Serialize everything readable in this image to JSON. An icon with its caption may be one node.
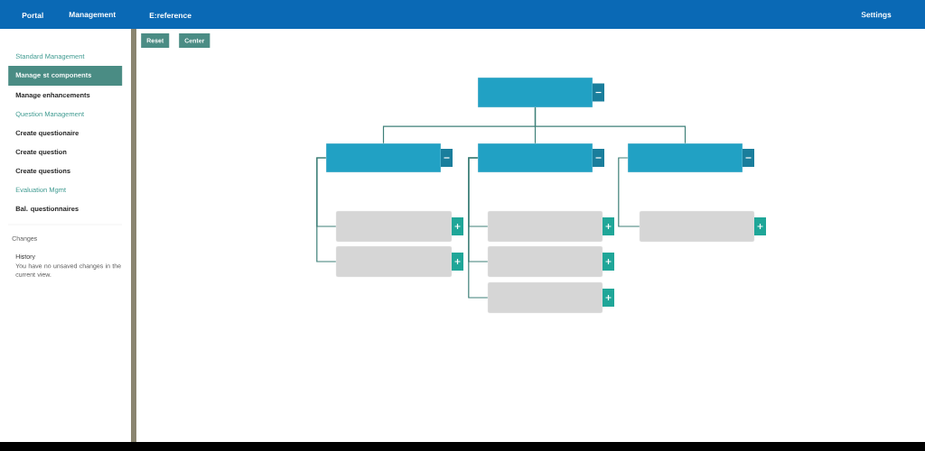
{
  "diagram": {
    "nodes": [
      {
        "text": [],
        "shape": "box"
      },
      {
        "text": [],
        "shape": "box"
      },
      {
        "text": [],
        "shape": "box"
      },
      {
        "text": [],
        "shape": "box"
      },
      {
        "text": [],
        "shape": "box"
      },
      {
        "text": [],
        "shape": "box"
      },
      {
        "text": [],
        "shape": "box"
      },
      {
        "text": [],
        "shape": "box"
      },
      {
        "text": [],
        "shape": "box"
      },
      {
        "text": [],
        "shape": "box"
      }
    ],
    "edges": [
      {
        "from": 0,
        "to": 1,
        "arrow": "none"
      },
      {
        "from": 0,
        "to": 2,
        "arrow": "none"
      },
      {
        "from": 0,
        "to": 3,
        "arrow": "none"
      },
      {
        "from": 1,
        "to": 4,
        "arrow": "none"
      },
      {
        "from": 1,
        "to": 5,
        "arrow": "none"
      },
      {
        "from": 2,
        "to": 6,
        "arrow": "none"
      },
      {
        "from": 2,
        "to": 7,
        "arrow": "none"
      },
      {
        "from": 2,
        "to": 8,
        "arrow": "none"
      },
      {
        "from": 3,
        "to": 9,
        "arrow": "none"
      }
    ],
    "labels": [
      "Portal",
      "Management",
      "E:reference",
      "Settings",
      "Reset",
      "Center",
      "Standard Management",
      "Manage st components",
      "Manage enhancements",
      "Question Management",
      "Create questionaire",
      "Create question",
      "Create questions",
      "Evaluation Mgmt",
      "Bal. questionnaires",
      "Changes",
      "History",
      "You have no unsaved changes in the current view."
    ]
  }
}
